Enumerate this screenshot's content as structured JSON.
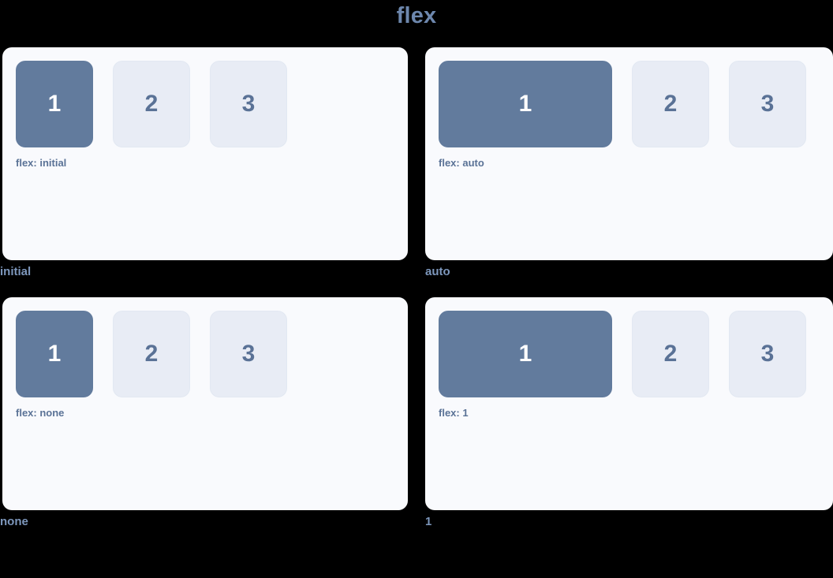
{
  "title": "flex",
  "colors": {
    "background": "#000000",
    "panel_bg": "#f9fafd",
    "primary_box": "#627b9d",
    "plain_box": "#e8ecf5",
    "title_text": "#6d87ad",
    "note_text": "#5a7296",
    "caption_text": "#7d97bc"
  },
  "demos": [
    {
      "caption": "initial",
      "note": "flex: initial",
      "boxes": [
        "1",
        "2",
        "3"
      ]
    },
    {
      "caption": "auto",
      "note": "flex: auto",
      "boxes": [
        "1",
        "2",
        "3"
      ]
    },
    {
      "caption": "none",
      "note": "flex: none",
      "boxes": [
        "1",
        "2",
        "3"
      ]
    },
    {
      "caption": "1",
      "note": "flex: 1",
      "boxes": [
        "1",
        "2",
        "3"
      ]
    }
  ]
}
